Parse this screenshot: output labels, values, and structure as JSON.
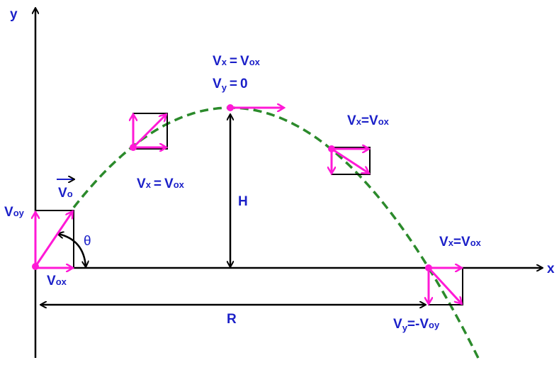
{
  "colors": {
    "vector": "#ff19d6",
    "trajectory": "#2b8a2b",
    "label": "#1a1fc8",
    "axis": "#000000"
  },
  "axes": {
    "x": "x",
    "y": "y"
  },
  "labels": {
    "v0": {
      "base": "V",
      "sub": "o"
    },
    "voy": {
      "base": "V",
      "sub": "oy"
    },
    "vox": {
      "base": "V",
      "sub": "ox"
    },
    "theta": "θ",
    "H": "H",
    "R": "R",
    "eq": "=",
    "peak_vx": {
      "base": "V",
      "sub": "x",
      "rbase": "V",
      "rsub": "ox"
    },
    "peak_vy": {
      "base": "V",
      "sub": "y",
      "value": "0"
    },
    "left_vx": {
      "base": "V",
      "sub": "x",
      "rbase": "V",
      "rsub": "ox"
    },
    "right_vx": {
      "base": "V",
      "sub": "x",
      "rbase": "V",
      "rsub": "ox"
    },
    "land_vx": {
      "base": "V",
      "sub": "x",
      "rbase": "V",
      "rsub": "ox"
    },
    "land_vy": {
      "base": "V",
      "sub": "y",
      "rbase": "-V",
      "rsub": "oy"
    }
  }
}
